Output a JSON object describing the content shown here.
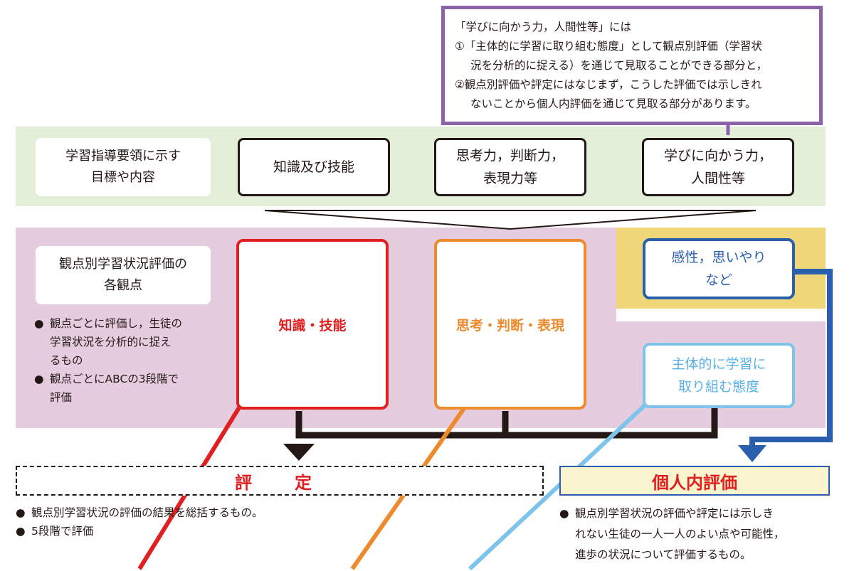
{
  "note": {
    "line1": "「学びに向かう力，人間性等」には",
    "line2": "①「主体的に学習に取り組む態度」として観点別評価（学習状",
    "line3": "況を分析的に捉える）を通じて見取ることができる部分と，",
    "line4": "②観点別評価や評定にはなじまず，こうした評価では示しきれ",
    "line5": "ないことから個人内評価を通じて見取る部分があります。"
  },
  "row1": {
    "label_line1": "学習指導要領に示す",
    "label_line2": "目標や内容",
    "box1": "知識及び技能",
    "box2_line1": "思考力，判断力，",
    "box2_line2": "表現力等",
    "box3_line1": "学びに向かう力，",
    "box3_line2": "人間性等"
  },
  "row2": {
    "label_line1": "観点別学習状況評価の",
    "label_line2": "各観点",
    "bullet1_line1": "観点ごとに評価し，生徒の",
    "bullet1_line2": "学習状況を分析的に捉え",
    "bullet1_line3": "るもの",
    "bullet2_line1": "観点ごとにABCの3段階で",
    "bullet2_line2": "評価",
    "box_knowledge": "知識・技能",
    "box_thinking": "思考・判断・表現",
    "box_sensitivity_line1": "感性，思いやり",
    "box_sensitivity_line2": "など",
    "box_attitude_line1": "主体的に学習に",
    "box_attitude_line2": "取り組む態度"
  },
  "bottom": {
    "hyotei_title": "評　定",
    "hyotei_bullet1": "観点別学習状況の評価の結果を総括するもの。",
    "hyotei_bullet2": "5段階で評価",
    "kojin_title": "個人内評価",
    "kojin_bullet_line1": "観点別学習状況の評価や評定には示しき",
    "kojin_bullet_line2": "れない生徒の一人一人のよい点や可能性，",
    "kojin_bullet_line3": "進歩の状況について評価するもの。"
  },
  "colors": {
    "purple": "#8c62a8",
    "green_band": "#e3efd9",
    "pink_band": "#e6ccdf",
    "yellow_band": "#efd779",
    "red": "#e02020",
    "orange": "#ec8a2c",
    "blue": "#2a5fae",
    "light_blue": "#7ec3ec"
  }
}
